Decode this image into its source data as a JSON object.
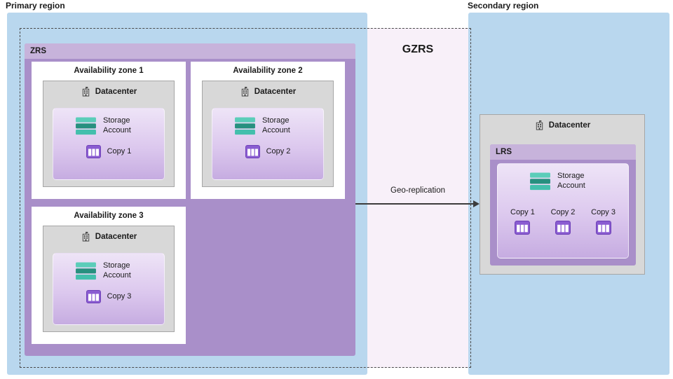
{
  "page": {
    "primary_region_label": "Primary region",
    "secondary_region_label": "Secondary region"
  },
  "gzrs": {
    "label": "GZRS",
    "geo_replication_label": "Geo-replication"
  },
  "primary": {
    "zrs_label": "ZRS",
    "zones": [
      {
        "title": "Availability zone 1",
        "datacenter_label": "Datacenter",
        "storage_account_label": "Storage Account",
        "copy_label": "Copy 1"
      },
      {
        "title": "Availability zone 2",
        "datacenter_label": "Datacenter",
        "storage_account_label": "Storage Account",
        "copy_label": "Copy 2"
      },
      {
        "title": "Availability zone 3",
        "datacenter_label": "Datacenter",
        "storage_account_label": "Storage Account",
        "copy_label": "Copy 3"
      }
    ]
  },
  "secondary": {
    "datacenter_label": "Datacenter",
    "lrs_label": "LRS",
    "storage_account_label": "Storage Account",
    "copies": [
      "Copy 1",
      "Copy 2",
      "Copy 3"
    ]
  },
  "icons": {
    "datacenter": "building-flag-icon",
    "storage_account": "storage-stack-icon",
    "copy": "table-grid-icon"
  },
  "colors": {
    "region_blue": "#b9d7ee",
    "zrs_body_purple": "#a98fc9",
    "zrs_band_purple": "#c7b3db",
    "datacenter_gray": "#d8d8d8",
    "panel_purple_light": "#eee4f7",
    "panel_purple_dark": "#c6ace1",
    "gzrs_gap_pink": "#f8f0f9",
    "storage_teal": "#2a9d8d",
    "copy_icon_purple": "#8a5cd1",
    "arrow_dark": "#3c3c3c"
  }
}
